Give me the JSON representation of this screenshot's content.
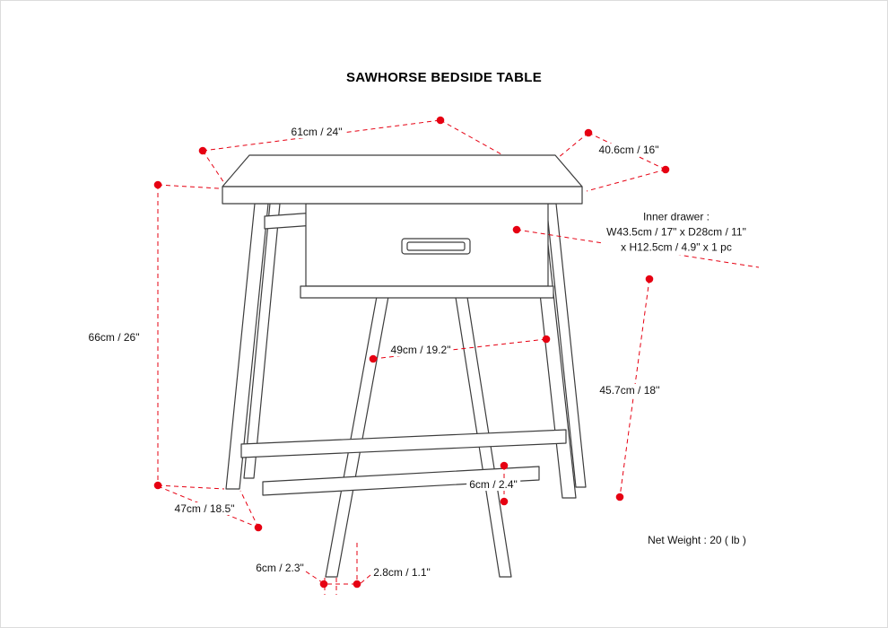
{
  "title": "SAWHORSE BEDSIDE TABLE",
  "labels": {
    "top_width": "61cm / 24\"",
    "top_depth": "40.6cm / 16\"",
    "height": "66cm / 26\"",
    "inner_width": "49cm / 19.2\"",
    "leg_height": "45.7cm / 18''",
    "stretcher_height": "6cm / 2.4\"",
    "base_depth": "47cm / 18.5\"",
    "foot_width": "6cm / 2.3\"",
    "foot_thickness": "2.8cm / 1.1\""
  },
  "drawer_note": {
    "line1": "Inner drawer :",
    "line2": "W43.5cm / 17\" x D28cm / 11\"",
    "line3": "x H12.5cm / 4.9\" x 1 pc"
  },
  "net_weight": "Net Weight : 20 ( lb )",
  "colors": {
    "marker": "#e60012",
    "dimension_line": "#e60012",
    "drawing_line": "#3c3c3c"
  }
}
